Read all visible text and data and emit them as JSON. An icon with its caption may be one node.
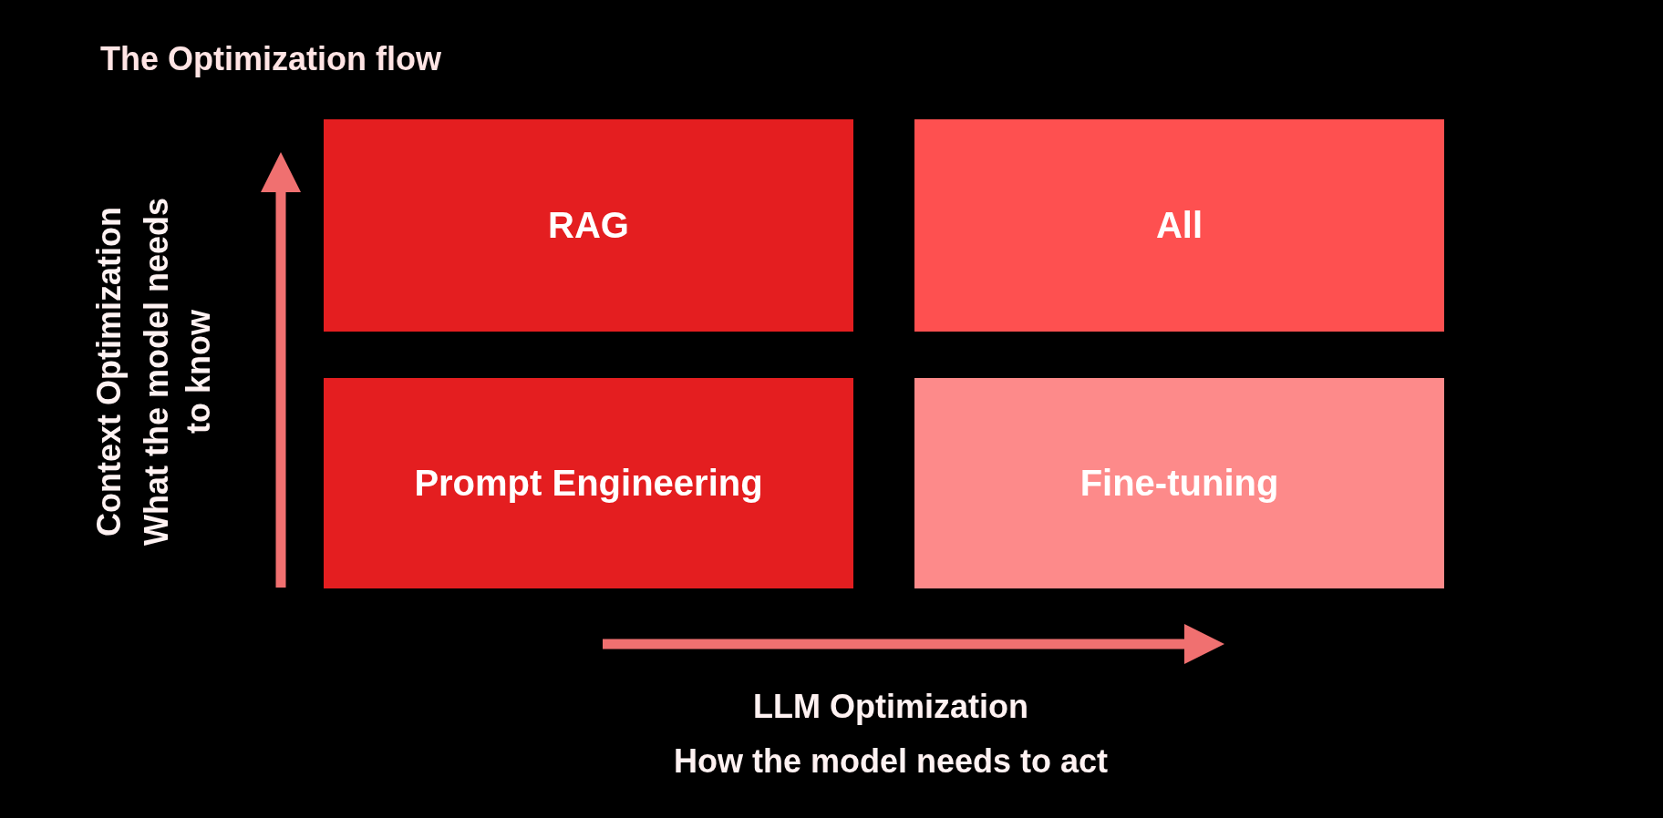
{
  "diagram": {
    "title": "The Optimization flow",
    "nodes": [
      {
        "text": [
          "RAG"
        ]
      },
      {
        "text": [
          "All"
        ]
      },
      {
        "text": [
          "Prompt Engineering"
        ]
      },
      {
        "text": [
          "Fine-tuning"
        ]
      }
    ],
    "labels": [
      "Context Optimization",
      "What the model needs to know",
      "LLM Optimization",
      "How the model needs to act"
    ]
  }
}
